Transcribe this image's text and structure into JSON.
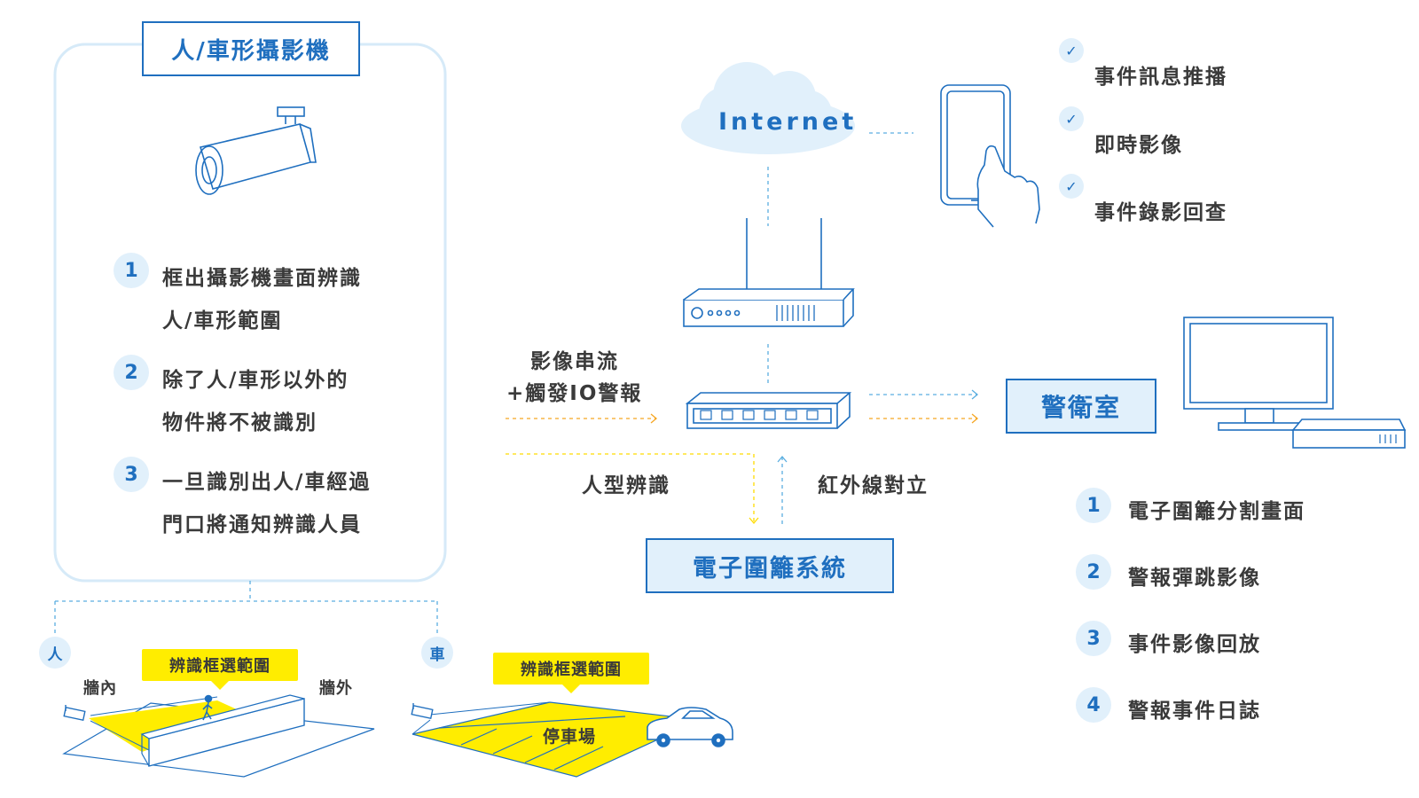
{
  "camera_panel": {
    "title": "人/車形攝影機",
    "items": [
      {
        "num": "1",
        "line1": "框出攝影機畫面辨識",
        "line2": "人/車形範圍"
      },
      {
        "num": "2",
        "line1": "除了人/車形以外的",
        "line2": "物件將不被識別"
      },
      {
        "num": "3",
        "line1": "一旦識別出人/車經過",
        "line2": "門口將通知辨識人員"
      }
    ]
  },
  "scenes": {
    "person": {
      "badge": "人",
      "label": "辨識框選範圍",
      "inside": "牆內",
      "outside": "牆外"
    },
    "car": {
      "badge": "車",
      "label": "辨識框選範圍",
      "parking": "停車場"
    }
  },
  "network": {
    "cloud": "Internet",
    "stream_line1": "影像串流",
    "stream_line2": "+觸發IO警報",
    "human_detect": "人型辨識",
    "infrared": "紅外線對立",
    "fence_system": "電子圍籬系統",
    "guard_room": "警衛室"
  },
  "mobile_features": [
    "事件訊息推播",
    "即時影像",
    "事件錄影回查"
  ],
  "guard_features": [
    {
      "num": "1",
      "text": "電子圍籬分割畫面"
    },
    {
      "num": "2",
      "text": "警報彈跳影像"
    },
    {
      "num": "3",
      "text": "事件影像回放"
    },
    {
      "num": "4",
      "text": "警報事件日誌"
    }
  ],
  "colors": {
    "accent": "#1f6fbf",
    "light_blue": "#e1f0fb",
    "highlight_yellow": "#ffed00",
    "text": "#3a3a3a",
    "dash_blue": "#5aaee0",
    "dash_orange": "#f5a623"
  }
}
